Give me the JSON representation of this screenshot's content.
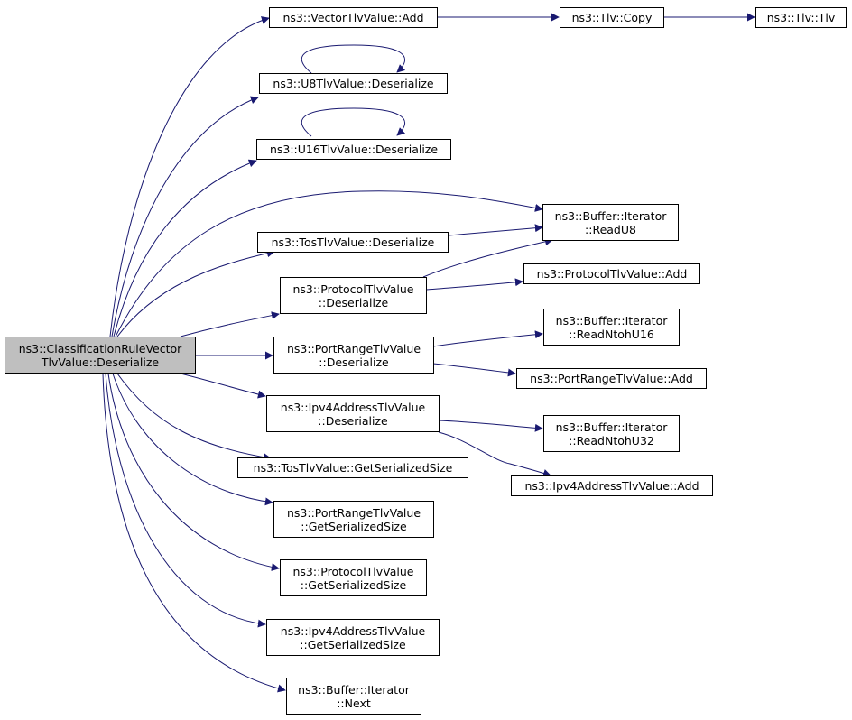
{
  "nodes": {
    "root": [
      "ns3::ClassificationRuleVector",
      "TlvValue::Deserialize"
    ],
    "vector_add": [
      "ns3::VectorTlvValue::Add"
    ],
    "tlv_copy": [
      "ns3::Tlv::Copy"
    ],
    "tlv_tlv": [
      "ns3::Tlv::Tlv"
    ],
    "u8_deser": [
      "ns3::U8TlvValue::Deserialize"
    ],
    "u16_deser": [
      "ns3::U16TlvValue::Deserialize"
    ],
    "read_u8": [
      "ns3::Buffer::Iterator",
      "::ReadU8"
    ],
    "tos_deser": [
      "ns3::TosTlvValue::Deserialize"
    ],
    "proto_add": [
      "ns3::ProtocolTlvValue::Add"
    ],
    "proto_deser": [
      "ns3::ProtocolTlvValue",
      "::Deserialize"
    ],
    "read_ntoh16": [
      "ns3::Buffer::Iterator",
      "::ReadNtohU16"
    ],
    "port_deser": [
      "ns3::PortRangeTlvValue",
      "::Deserialize"
    ],
    "port_add": [
      "ns3::PortRangeTlvValue::Add"
    ],
    "ipv4_deser": [
      "ns3::Ipv4AddressTlvValue",
      "::Deserialize"
    ],
    "read_ntoh32": [
      "ns3::Buffer::Iterator",
      "::ReadNtohU32"
    ],
    "tos_size": [
      "ns3::TosTlvValue::GetSerializedSize"
    ],
    "ipv4_add": [
      "ns3::Ipv4AddressTlvValue::Add"
    ],
    "port_size": [
      "ns3::PortRangeTlvValue",
      "::GetSerializedSize"
    ],
    "proto_size": [
      "ns3::ProtocolTlvValue",
      "::GetSerializedSize"
    ],
    "ipv4_size": [
      "ns3::Ipv4AddressTlvValue",
      "::GetSerializedSize"
    ],
    "next": [
      "ns3::Buffer::Iterator",
      "::Next"
    ]
  },
  "colors": {
    "edge": "#191970",
    "root_fill": "#bfbfbf",
    "node_fill": "#ffffff",
    "border": "#000000"
  }
}
